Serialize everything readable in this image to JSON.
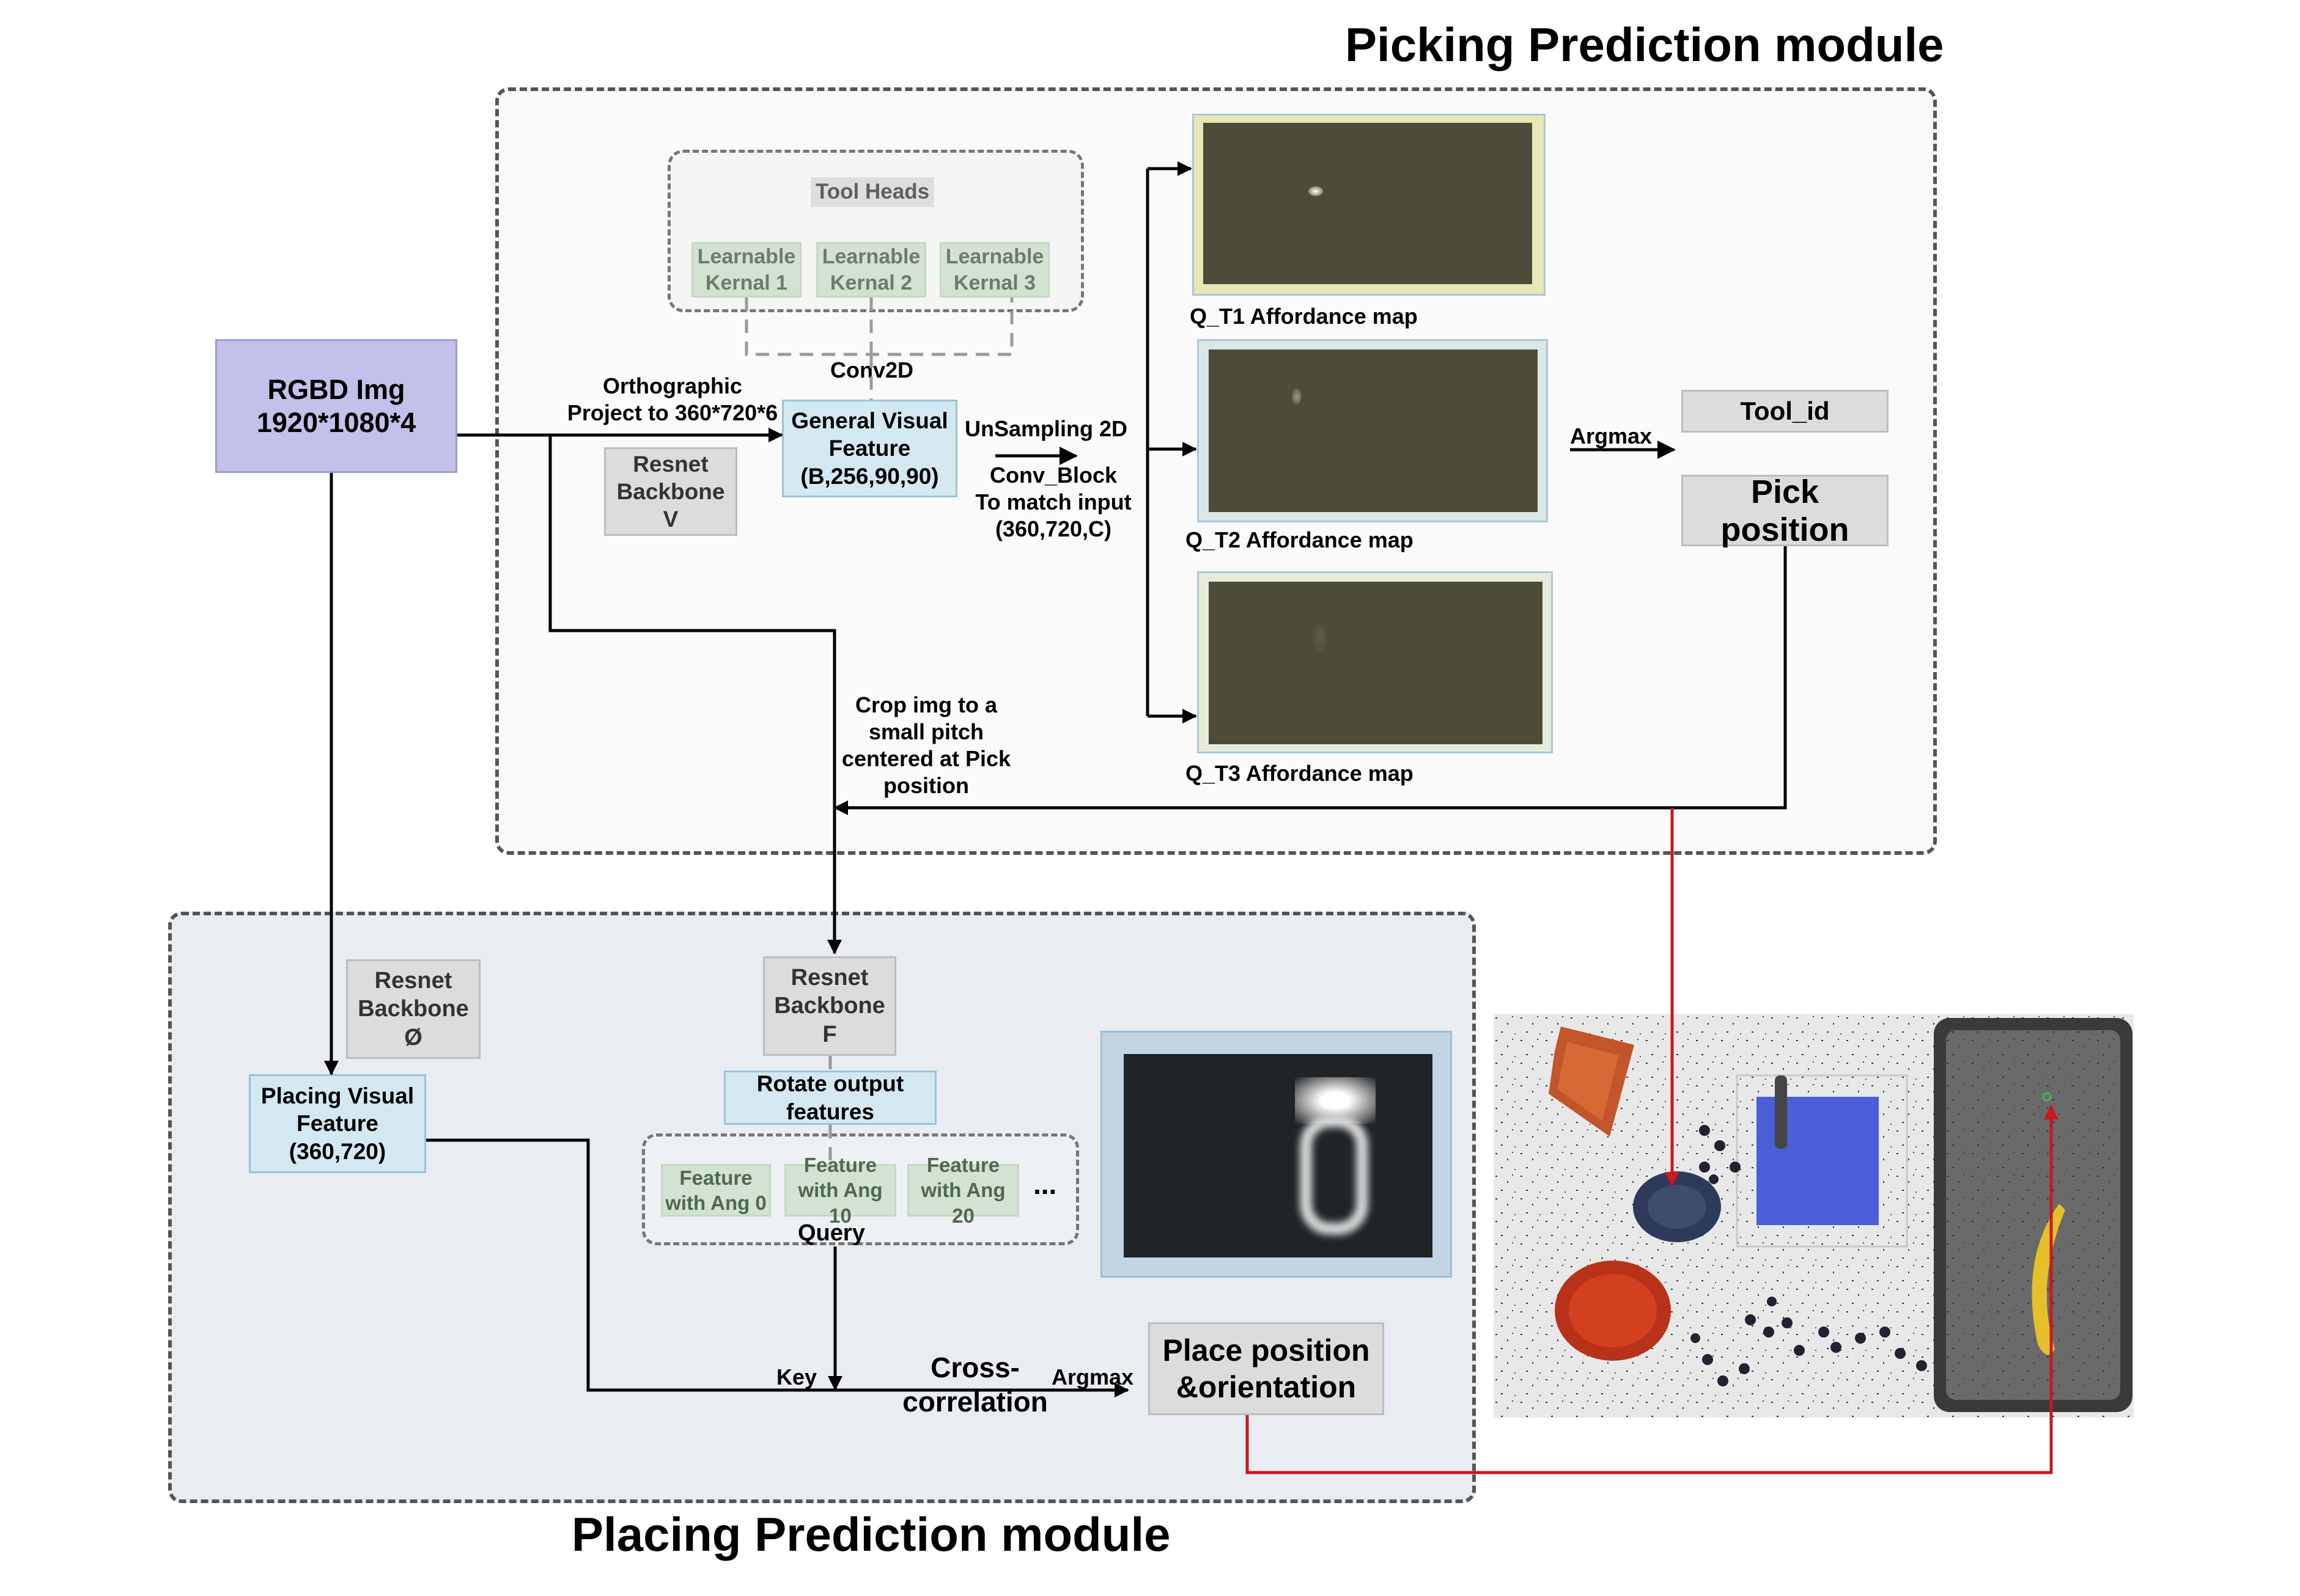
{
  "picking": {
    "title": "Picking Prediction module",
    "tool_heads": "Tool Heads",
    "kernels": [
      {
        "line1": "Learnable",
        "line2": "Kernal 1"
      },
      {
        "line1": "Learnable",
        "line2": "Kernal 2"
      },
      {
        "line1": "Learnable",
        "line2": "Kernal 3"
      }
    ],
    "conv2d": "Conv2D",
    "project_l1": "Orthographic",
    "project_l2": "Project to 360*720*6",
    "resnet_v": {
      "l1": "Resnet",
      "l2": "Backbone",
      "l3": "V"
    },
    "general_feature": {
      "l1": "General Visual",
      "l2": "Feature",
      "l3": "(B,256,90,90)"
    },
    "upsampling": {
      "l1": "UnSampling 2D",
      "l2": "Conv_Block",
      "l3": "To match input",
      "l4": "(360,720,C)"
    },
    "maps": [
      {
        "label": "Q_T1 Affordance map"
      },
      {
        "label": "Q_T2 Affordance map"
      },
      {
        "label": "Q_T3 Affordance map"
      }
    ],
    "argmax": "Argmax",
    "tool_id": "Tool_id",
    "pick_position": "Pick position",
    "crop": {
      "l1": "Crop img to a",
      "l2": "small pitch",
      "l3": "centered at Pick",
      "l4": "position"
    }
  },
  "input": {
    "l1": "RGBD Img",
    "l2": "1920*1080*4"
  },
  "placing": {
    "title": "Placing Prediction module",
    "resnet_phi": {
      "l1": "Resnet",
      "l2": "Backbone",
      "l3": "Ø"
    },
    "placing_feature": {
      "l1": "Placing Visual",
      "l2": "Feature",
      "l3": "(360,720)"
    },
    "resnet_f": {
      "l1": "Resnet",
      "l2": "Backbone",
      "l3": "F"
    },
    "rotate": {
      "l1": "Rotate output",
      "l2": "features"
    },
    "angles": [
      {
        "line1": "Feature",
        "line2": "with Ang 0"
      },
      {
        "line1": "Feature",
        "line2": "with Ang 10"
      },
      {
        "line1": "Feature",
        "line2": "with Ang 20"
      }
    ],
    "ellipsis": "...",
    "query": "Query",
    "key": "Key",
    "cross_l1": "Cross-",
    "cross_l2": "correlation",
    "argmax": "Argmax",
    "place": {
      "l1": "Place position",
      "l2": "&orientation"
    }
  },
  "colors": {
    "arrow_red": "#c8191d",
    "module_bg_pick": "#fbfafb",
    "module_bg_place": "#e9ecf1",
    "input_box": "#c3c0ea"
  }
}
